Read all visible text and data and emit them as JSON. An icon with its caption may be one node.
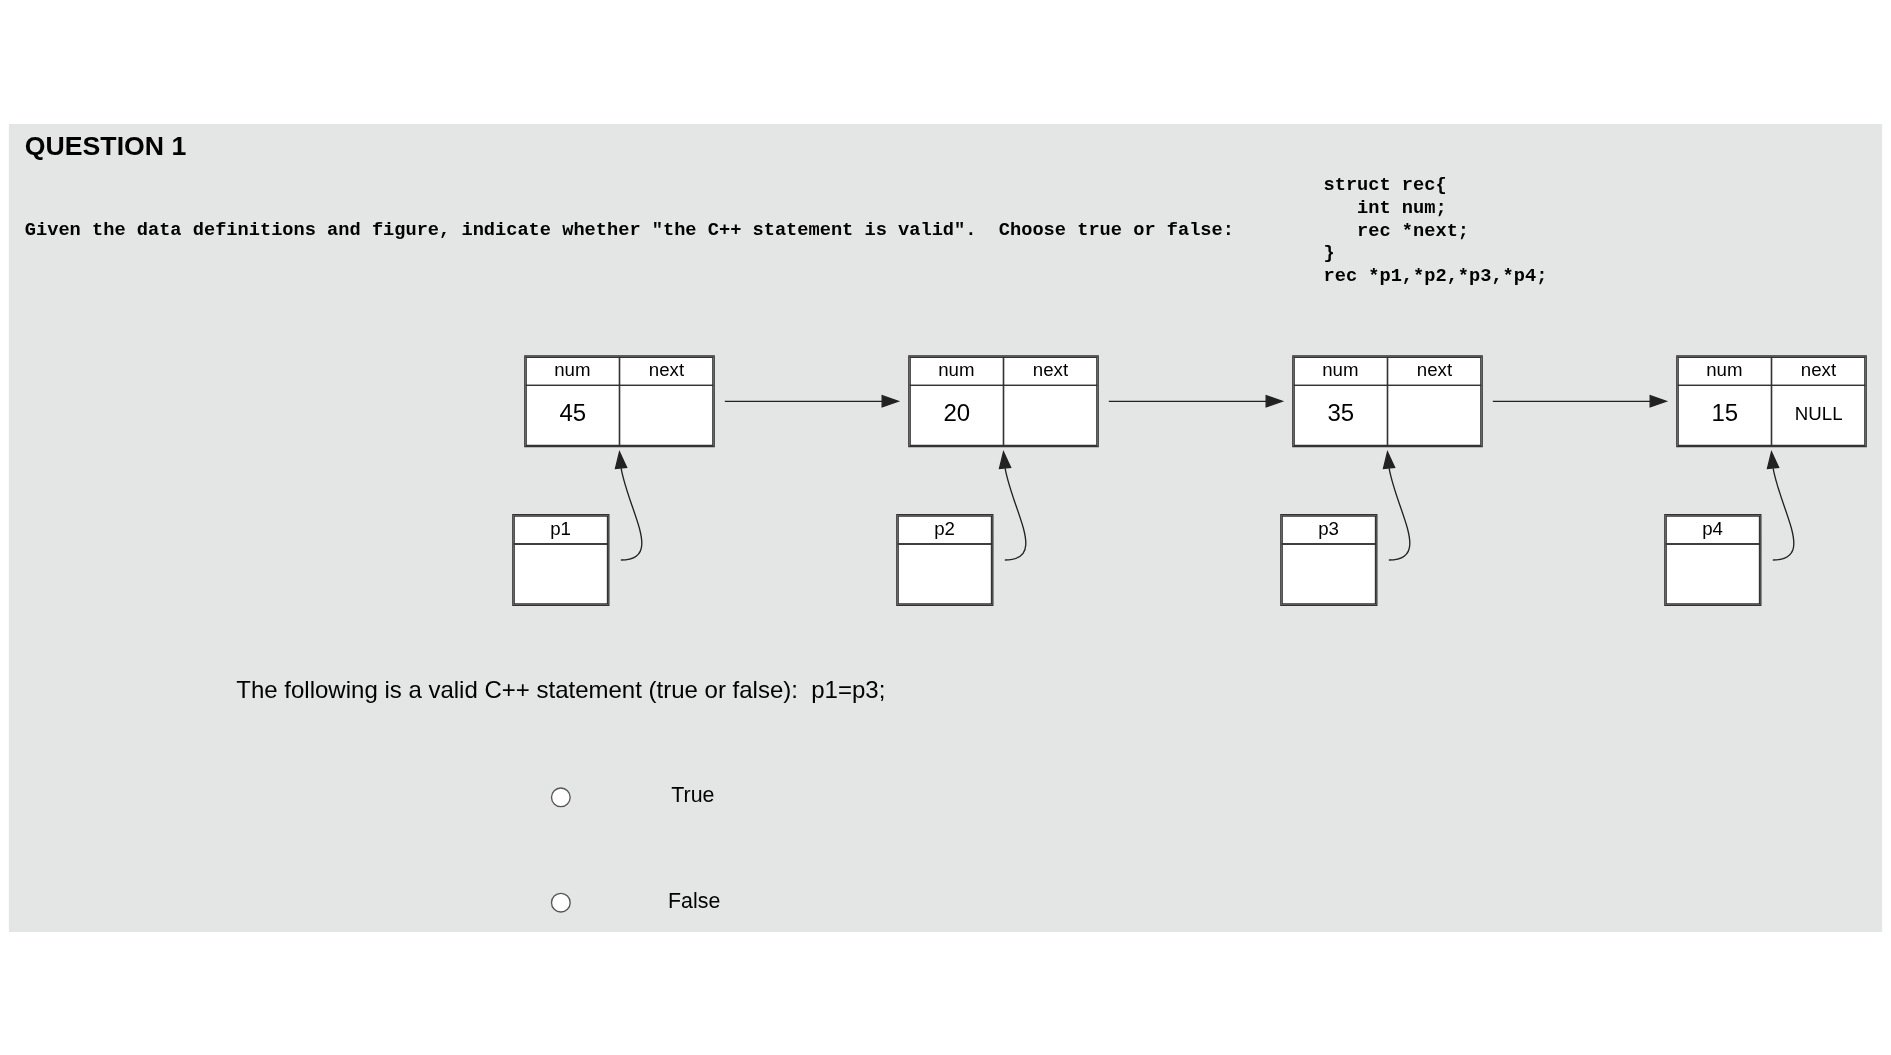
{
  "diagram": {
    "title": "QUESTION 1",
    "nodes": [
      {
        "text": [
          "num",
          "next",
          "45"
        ]
      },
      {
        "text": [
          "num",
          "next",
          "20"
        ]
      },
      {
        "text": [
          "num",
          "next",
          "35"
        ]
      },
      {
        "text": [
          "num",
          "next",
          "15",
          "NULL"
        ]
      },
      {
        "text": [
          "p1"
        ]
      },
      {
        "text": [
          "p2"
        ]
      },
      {
        "text": [
          "p3"
        ]
      },
      {
        "text": [
          "p4"
        ]
      }
    ],
    "edges": [
      {
        "from": 0,
        "to": 1,
        "arrow": "to"
      },
      {
        "from": 1,
        "to": 2,
        "arrow": "to"
      },
      {
        "from": 2,
        "to": 3,
        "arrow": "to"
      },
      {
        "from": 4,
        "to": 0,
        "arrow": "to"
      },
      {
        "from": 5,
        "to": 1,
        "arrow": "to"
      },
      {
        "from": 6,
        "to": 2,
        "arrow": "to"
      },
      {
        "from": 7,
        "to": 3,
        "arrow": "to"
      }
    ],
    "labels": [
      "Given the data definitions and figure, indicate whether \"the C++ statement is valid\".  Choose true or false:",
      "struct rec{",
      "int num;",
      "rec *next;",
      "}",
      "rec *p1,*p2,*p3,*p4;",
      "The following is a valid C++ statement (true or false):  p1=p3;",
      "True",
      "False"
    ]
  }
}
